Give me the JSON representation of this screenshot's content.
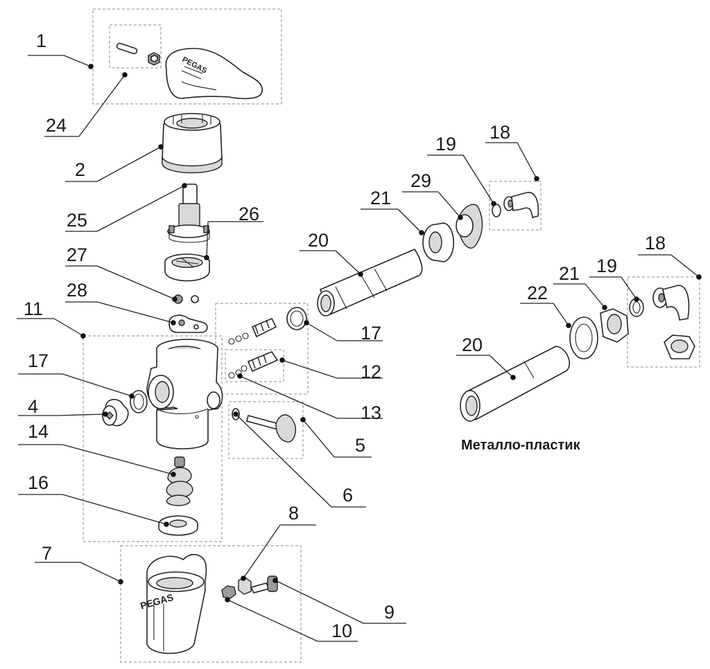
{
  "callouts": [
    "1",
    "24",
    "2",
    "25",
    "26",
    "27",
    "28",
    "11",
    "17",
    "4",
    "14",
    "16",
    "7",
    "20",
    "21",
    "29",
    "19",
    "18",
    "17",
    "12",
    "13",
    "5",
    "6",
    "8",
    "9",
    "10",
    "20",
    "22",
    "21",
    "19",
    "18"
  ],
  "caption": "Металло-пластик",
  "brand_marks": [
    "PEGAS",
    "PEGAS"
  ]
}
